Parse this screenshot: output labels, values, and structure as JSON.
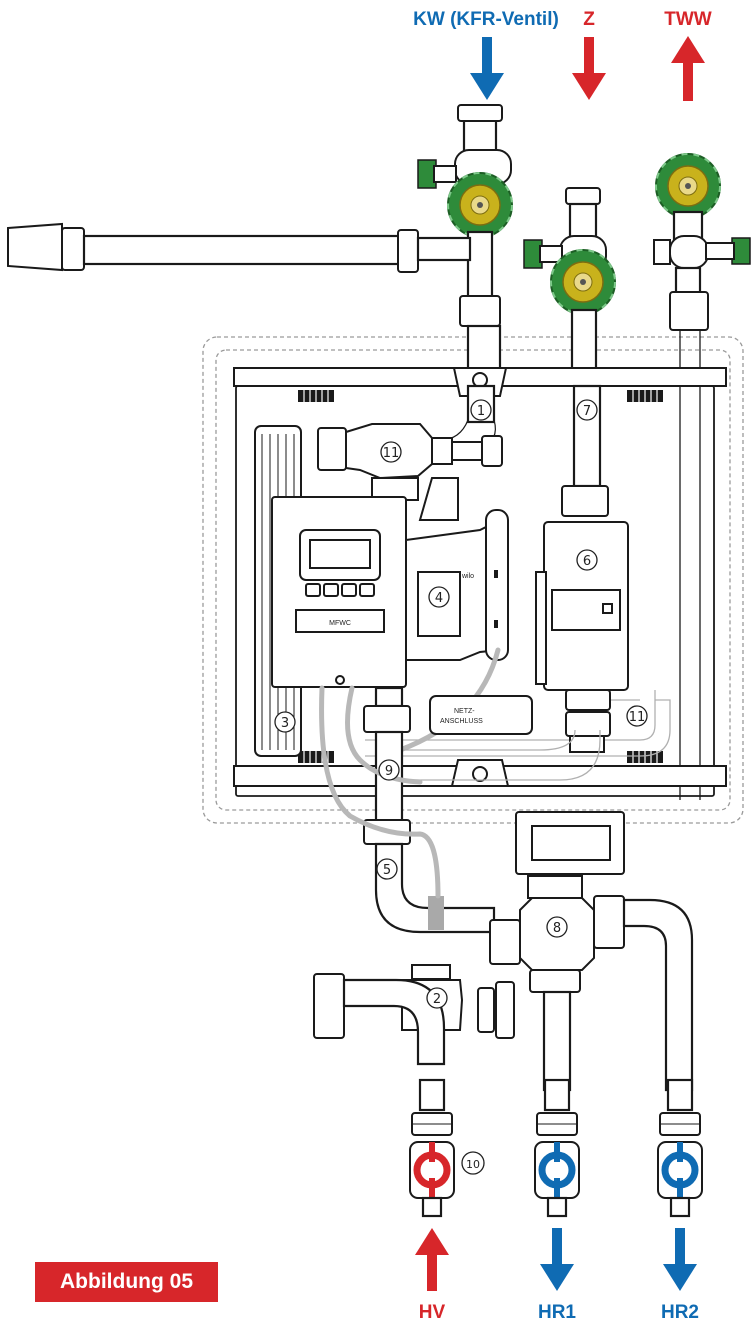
{
  "top_labels": {
    "kw": "KW (KFR-Ventil)",
    "z": "Z",
    "tww": "TWW"
  },
  "bottom_labels": {
    "hv": "HV",
    "hr1": "HR1",
    "hr2": "HR2"
  },
  "numbers": {
    "n1": "1",
    "n2": "2",
    "n3": "3",
    "n4": "4",
    "n5": "5",
    "n6": "6",
    "n7": "7",
    "n8": "8",
    "n9": "9",
    "n10": "10",
    "n11a": "11",
    "n11b": "11"
  },
  "controller_label": "MFWC",
  "pump_brand": "wilo",
  "netz_line1": "NETZ-",
  "netz_line2": "ANSCHLUSS",
  "figure_caption": "Abbildung 05",
  "colors": {
    "red": "#d7262a",
    "blue": "#0f6bb3",
    "valve_green": "#2e8b3a",
    "valve_yellow": "#c9b21c"
  }
}
